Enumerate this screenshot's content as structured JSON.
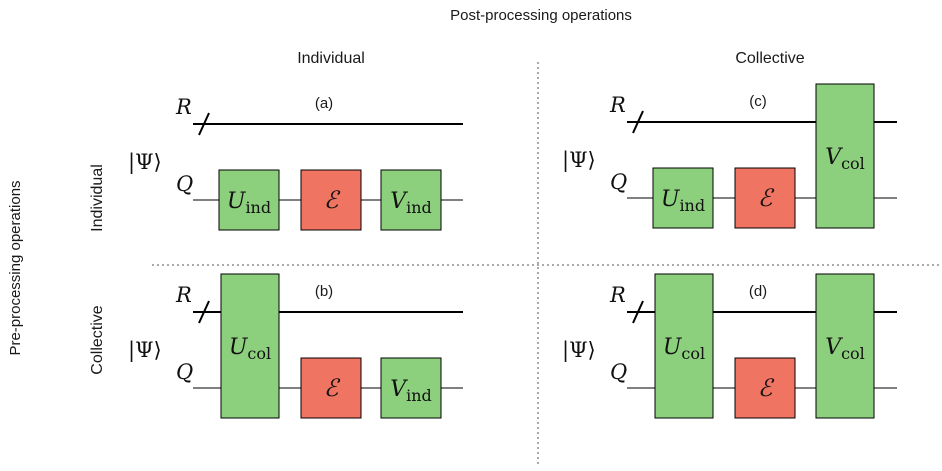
{
  "headings": {
    "top": "Post-processing operations",
    "left": "Pre-processing operations",
    "col_individual": "Individual",
    "col_collective": "Collective",
    "row_individual": "Individual",
    "row_collective": "Collective"
  },
  "colors": {
    "green_gate": "#8ccf7c",
    "red_gate": "#ef7462",
    "wire": "#000000",
    "divider": "#555555"
  },
  "panels": [
    {
      "id": "a",
      "label": "(a)",
      "state": "|Ψ⟩",
      "wire_r": "R",
      "wire_q": "Q",
      "gates": [
        {
          "kind": "U",
          "sub": "ind",
          "color": "green",
          "span": "q"
        },
        {
          "kind": "E",
          "color": "red",
          "span": "q"
        },
        {
          "kind": "V",
          "sub": "ind",
          "color": "green",
          "span": "q"
        }
      ]
    },
    {
      "id": "b",
      "label": "(b)",
      "state": "|Ψ⟩",
      "wire_r": "R",
      "wire_q": "Q",
      "gates": [
        {
          "kind": "U",
          "sub": "col",
          "color": "green",
          "span": "rq"
        },
        {
          "kind": "E",
          "color": "red",
          "span": "q"
        },
        {
          "kind": "V",
          "sub": "ind",
          "color": "green",
          "span": "q"
        }
      ]
    },
    {
      "id": "c",
      "label": "(c)",
      "state": "|Ψ⟩",
      "wire_r": "R",
      "wire_q": "Q",
      "gates": [
        {
          "kind": "U",
          "sub": "ind",
          "color": "green",
          "span": "q"
        },
        {
          "kind": "E",
          "color": "red",
          "span": "q"
        },
        {
          "kind": "V",
          "sub": "col",
          "color": "green",
          "span": "rq"
        }
      ]
    },
    {
      "id": "d",
      "label": "(d)",
      "state": "|Ψ⟩",
      "wire_r": "R",
      "wire_q": "Q",
      "gates": [
        {
          "kind": "U",
          "sub": "col",
          "color": "green",
          "span": "rq"
        },
        {
          "kind": "E",
          "color": "red",
          "span": "q"
        },
        {
          "kind": "V",
          "sub": "col",
          "color": "green",
          "span": "rq"
        }
      ]
    }
  ]
}
